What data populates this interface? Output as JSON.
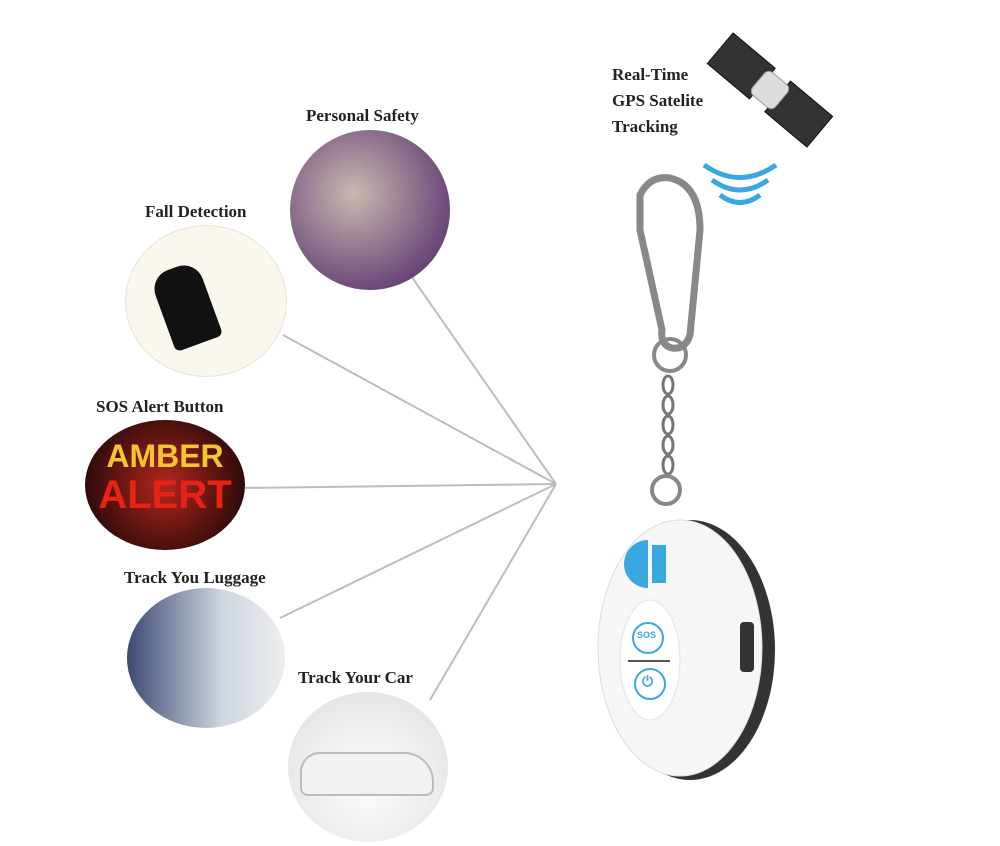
{
  "features": [
    {
      "id": "personal-safety",
      "label": "Personal Safety"
    },
    {
      "id": "fall-detection",
      "label": "Fall Detection"
    },
    {
      "id": "sos-alert",
      "label": "SOS Alert Button",
      "badge_line1": "AMBER",
      "badge_line2": "ALERT"
    },
    {
      "id": "luggage",
      "label": "Track You Luggage"
    },
    {
      "id": "car",
      "label": "Track Your Car"
    }
  ],
  "gps": {
    "line1": "Real-Time",
    "line2": "GPS Satelite",
    "line3": "Tracking"
  },
  "device": {
    "sos_label": "SOS",
    "power_symbol": "⏻"
  },
  "colors": {
    "accent": "#3aa8e0",
    "line": "#bbbbbb"
  }
}
